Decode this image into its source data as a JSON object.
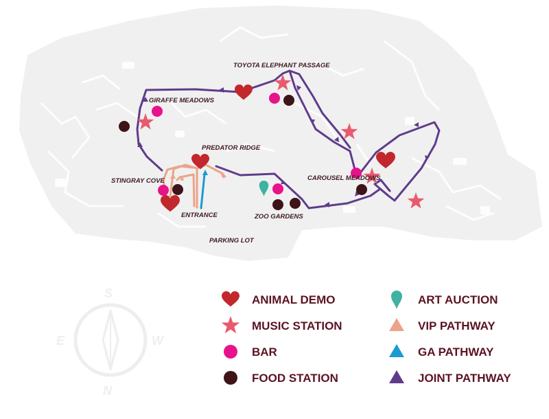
{
  "colors": {
    "park_fill": "#f0f0f0",
    "joint_path": "#5e3c8b",
    "vip_path": "#eba488",
    "ga_path": "#1a9bd1",
    "animal_demo": "#c1272d",
    "music_station": "#ea5a6f",
    "bar": "#e8128b",
    "food_station": "#3e1418",
    "art_auction": "#3fb2a2",
    "label_text": "#3d1a22",
    "legend_text": "#5b1322",
    "compass": "#eeeeee"
  },
  "map_labels": {
    "toyota_elephant_passage": "TOYOTA ELEPHANT PASSAGE",
    "giraffe_meadows": "GIRAFFE MEADOWS",
    "predator_ridge": "PREDATOR RIDGE",
    "stingray_cove": "STINGRAY COVE",
    "carousel_meadows": "CAROUSEL MEADOWS",
    "entrance": "ENTRANCE",
    "zoo_gardens": "ZOO GARDENS",
    "parking_lot": "PARKING LOT"
  },
  "legend": {
    "animal_demo": "ANIMAL DEMO",
    "music_station": "MUSIC STATION",
    "bar": "BAR",
    "food_station": "FOOD STATION",
    "art_auction": "ART AUCTION",
    "vip_pathway": "VIP PATHWAY",
    "ga_pathway": "GA PATHWAY",
    "joint_pathway": "JOINT PATHWAY"
  },
  "compass": {
    "north": "N",
    "south": "S",
    "east": "E",
    "west": "W"
  },
  "icons": {
    "animal_demo": "heart-icon",
    "music_station": "star-icon",
    "bar": "circle-icon",
    "food_station": "circle-icon",
    "art_auction": "map-pin-icon",
    "pathway": "triangle-icon"
  }
}
